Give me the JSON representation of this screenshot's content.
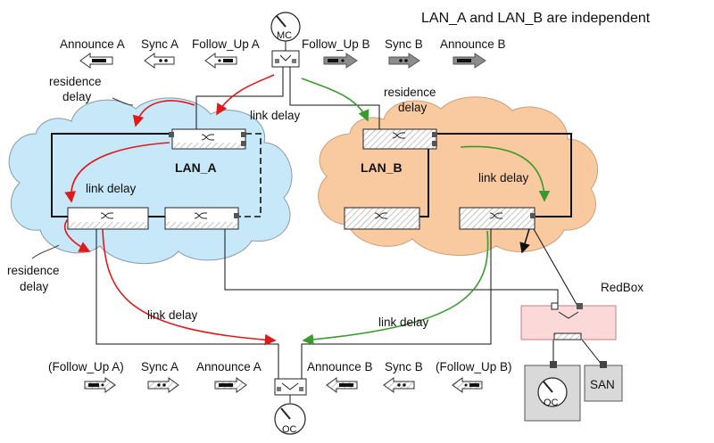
{
  "header": {
    "title": "LAN_A and LAN_B are independent"
  },
  "lans": {
    "a": "LAN_A",
    "b": "LAN_B"
  },
  "clocks": {
    "master": "MC",
    "ordinary_bottom": "OC",
    "ordinary_redbox": "OC"
  },
  "redbox": {
    "label": "RedBox",
    "san": "SAN"
  },
  "messages_top_a": [
    "Announce A",
    "Sync A",
    "Follow_Up A"
  ],
  "messages_top_b": [
    "Follow_Up B",
    "Sync B",
    "Announce B"
  ],
  "messages_bottom_a": [
    "(Follow_Up A)",
    "Sync A",
    "Announce A"
  ],
  "messages_bottom_b": [
    "Announce B",
    "Sync B",
    "(Follow_Up B)"
  ],
  "annotations": {
    "residence_delay_top_left": [
      "residence",
      "delay"
    ],
    "residence_delay_top_right": [
      "residence",
      "delay"
    ],
    "residence_delay_left": [
      "residence",
      "delay"
    ],
    "link_delay_a_top": "link delay",
    "link_delay_a_mid": "link delay",
    "link_delay_b": "link delay",
    "link_delay_bottom_left": "link delay",
    "link_delay_bottom_right": "link delay"
  },
  "colors": {
    "lan_a_fill": "#c6e8f8",
    "lan_b_fill": "#f9c9a0",
    "redbox_fill": "#fbd9d9",
    "path_a": "#e0191b",
    "path_b": "#3b9a2f",
    "arrow_gray": "#8c8c8c",
    "node_gray": "#d9d9d9"
  }
}
